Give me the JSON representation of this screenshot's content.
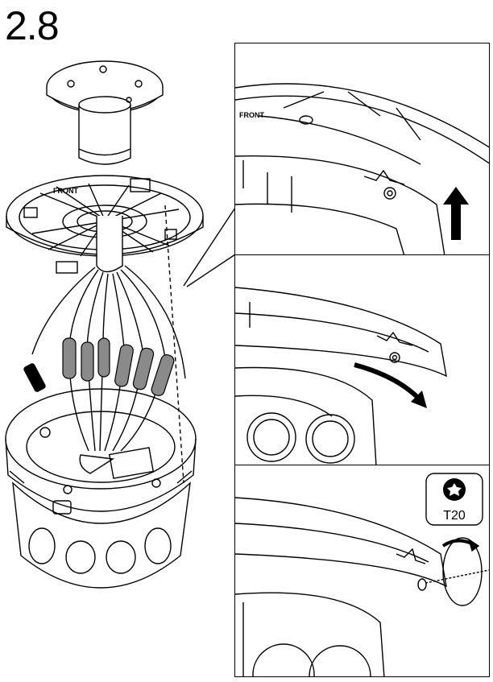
{
  "step": {
    "number": "2.8"
  },
  "main_illustration": {
    "mount_label": "FRONT"
  },
  "detail_panels": [
    {
      "id": "top",
      "action": "lift-up",
      "ring_label": "FRONT"
    },
    {
      "id": "middle",
      "action": "rotate-clockwise"
    },
    {
      "id": "bottom",
      "action": "tighten-screw",
      "tool": {
        "label": "T20",
        "icon": "torx-icon"
      }
    }
  ],
  "colors": {
    "line": "#000000",
    "cable_boot": "#8a8a8a",
    "background": "#ffffff"
  }
}
